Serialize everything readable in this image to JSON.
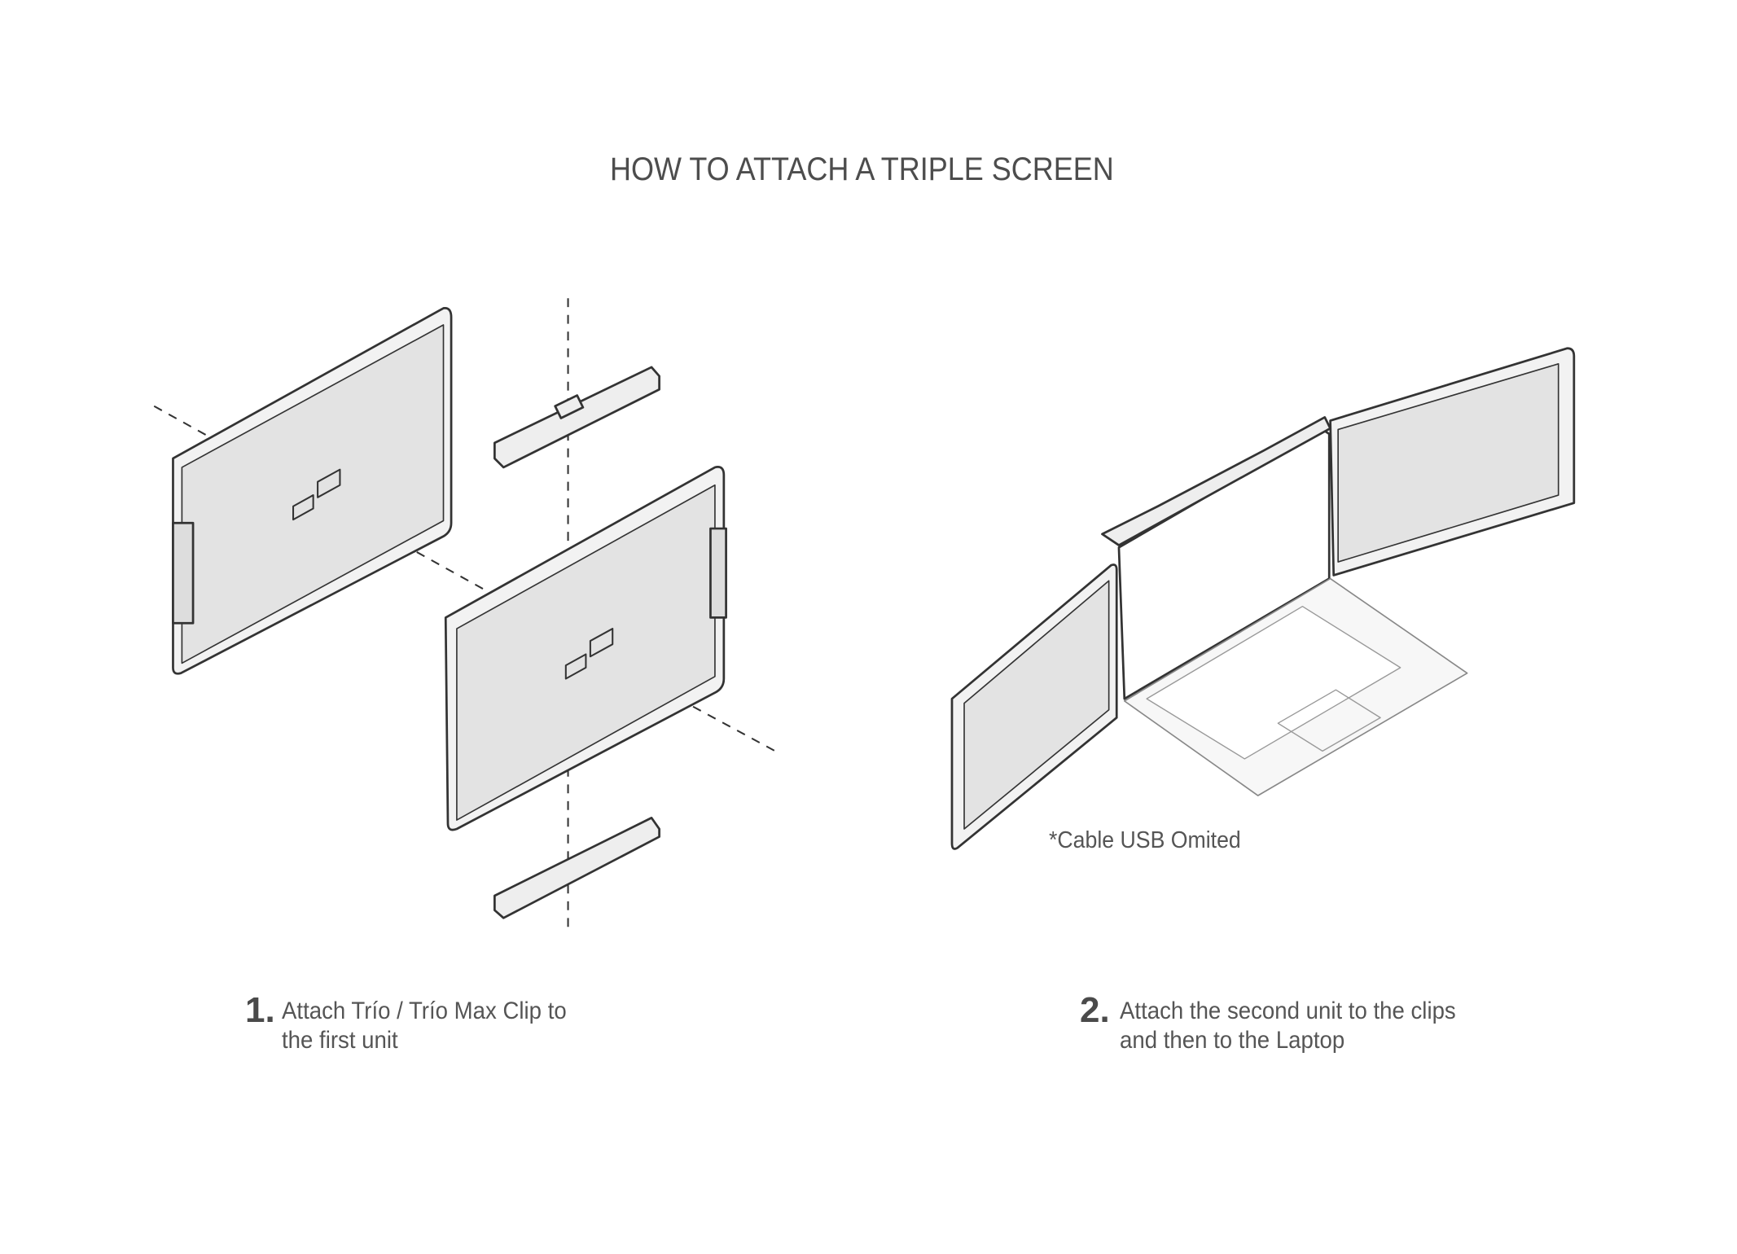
{
  "title": "HOW TO ATTACH A TRIPLE SCREEN",
  "steps": [
    {
      "number": "1.",
      "line1": "Attach Trío / Trío Max Clip to",
      "line2": "the first unit"
    },
    {
      "number": "2.",
      "line1": "Attach the second unit to the clips",
      "line2": "and then to the Laptop"
    }
  ],
  "caption": "*Cable USB Omited"
}
